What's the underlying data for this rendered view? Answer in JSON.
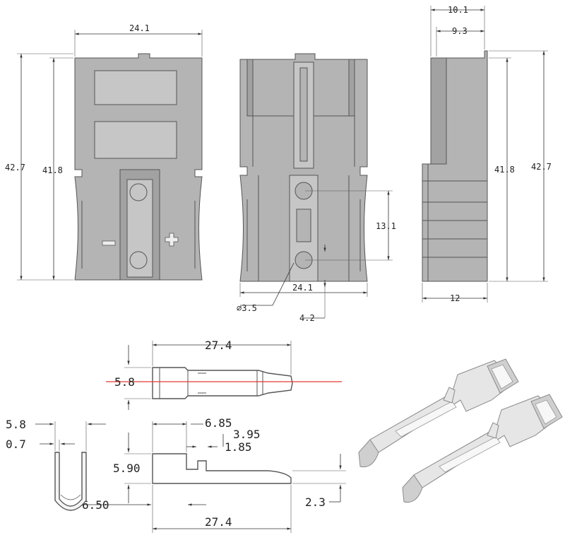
{
  "labels": {
    "top_width": "24.1",
    "outer_height": "42.7",
    "inner_height": "41.8",
    "center_spacing": "13.1",
    "bottom_width": "24.1",
    "hole_diameter": "∅3.5",
    "offset": "4.2",
    "side_width_top": "10.1",
    "side_width_inner": "9.3",
    "side_inner_height": "41.8",
    "side_outer_height": "42.7",
    "side_bottom_width": "12",
    "contact_length_top": "27.4",
    "contact_diameter": "5.8",
    "section_width": "5.8",
    "section_thickness": "0.7",
    "detail_6_85": "6.85",
    "detail_3_95": "3.95",
    "detail_1_85": "1.85",
    "height_5_90": "5.90",
    "depth_6_50": "6.50",
    "thickness_2_3": "2.3",
    "contact_length_bottom": "27.4"
  },
  "symbols": {
    "minus": "−",
    "plus": "+"
  },
  "colors": {
    "housing": "#b4b4b4",
    "outline": "#555555",
    "red_axis": "#e53935",
    "contact_metal": "#e6e6e6"
  }
}
